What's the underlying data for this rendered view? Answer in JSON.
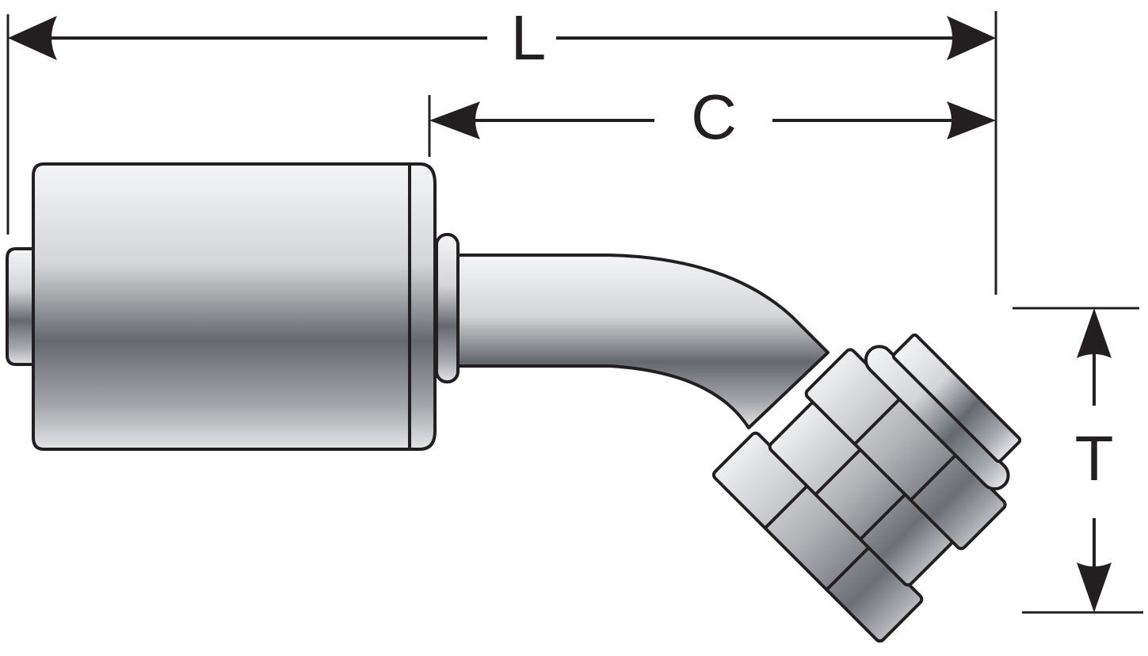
{
  "dimensions": {
    "overall_length": {
      "label": "L"
    },
    "center_length": {
      "label": "C"
    },
    "thread_height": {
      "label": "T"
    }
  },
  "colors": {
    "outline": "#231f20",
    "metal_light": "#f2f3f5",
    "metal_mid": "#a9acb1",
    "metal_dark": "#5e6166"
  }
}
